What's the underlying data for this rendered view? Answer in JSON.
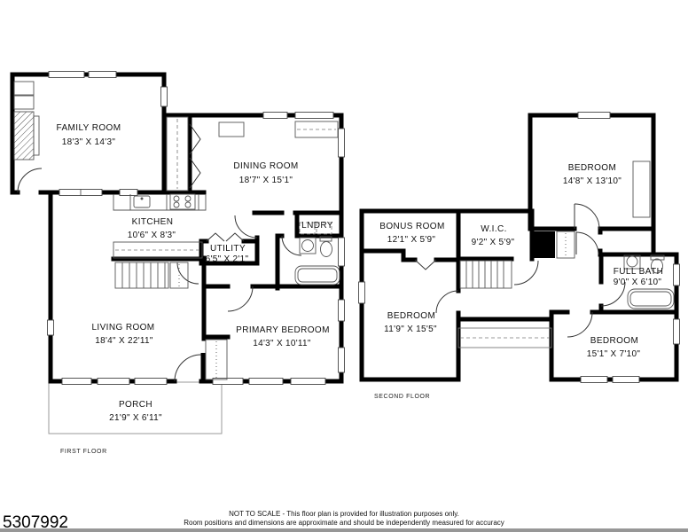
{
  "first_floor": {
    "floor_label": "FIRST FLOOR",
    "rooms": {
      "family_room": {
        "name": "FAMILY ROOM",
        "dims": "18'3\" X 14'3\""
      },
      "dining_room": {
        "name": "DINING ROOM",
        "dims": "18'7\" X 15'1\""
      },
      "kitchen": {
        "name": "KITCHEN",
        "dims": "10'6\" X 8'3\""
      },
      "utility": {
        "name": "UTILITY",
        "dims": "6'5\" X 2'1\""
      },
      "laundry": {
        "name": "LNDRY"
      },
      "living_room": {
        "name": "LIVING ROOM",
        "dims": "18'4\" X 22'11\""
      },
      "primary_bedroom": {
        "name": "PRIMARY BEDROOM",
        "dims": "14'3\" X 10'11\""
      },
      "porch": {
        "name": "PORCH",
        "dims": "21'9\" X 6'11\""
      }
    }
  },
  "second_floor": {
    "floor_label": "SECOND FLOOR",
    "rooms": {
      "bedroom_top": {
        "name": "BEDROOM",
        "dims": "14'8\" X 13'10\""
      },
      "bonus_room": {
        "name": "BONUS ROOM",
        "dims": "12'1\" X 5'9\""
      },
      "wic": {
        "name": "W.I.C.",
        "dims": "9'2\" X 5'9\""
      },
      "bedroom_left": {
        "name": "BEDROOM",
        "dims": "11'9\" X 15'5\""
      },
      "full_bath": {
        "name": "FULL BATH",
        "dims": "9'0\" X 6'10\""
      },
      "bedroom_bottom": {
        "name": "BEDROOM",
        "dims": "15'1\" X 7'10\""
      }
    }
  },
  "footer": {
    "id_number": "5307992",
    "disclaimer_line1": "NOT TO SCALE - This floor plan is provided for illustration purposes only.",
    "disclaimer_line2": "Room positions and dimensions are approximate and should be independently measured for accuracy"
  },
  "colors": {
    "wall": "#000000",
    "background": "#ffffff",
    "porch_outline": "#999999"
  }
}
